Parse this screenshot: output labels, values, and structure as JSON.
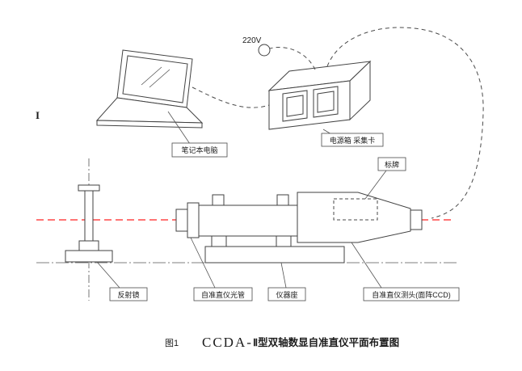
{
  "figure": {
    "voltage_label": "220V",
    "laptop_label": "笔记本电脑",
    "power_box_label": "电源箱 采集卡",
    "nameplate_label": "标牌",
    "reflector_label": "反射镜",
    "tube_label": "自准直仪光管",
    "base_label": "仪器座",
    "probe_label": "自准直仪测头(面阵CCD)",
    "cursor_mark": "I",
    "caption": {
      "fig_no": "图1",
      "model": "CCDA-",
      "title_rest": "Ⅱ型双轴数显自准直仪平面布置图"
    }
  },
  "colors": {
    "line": "#424242",
    "axis_red": "#ff2222",
    "background": "#ffffff"
  }
}
